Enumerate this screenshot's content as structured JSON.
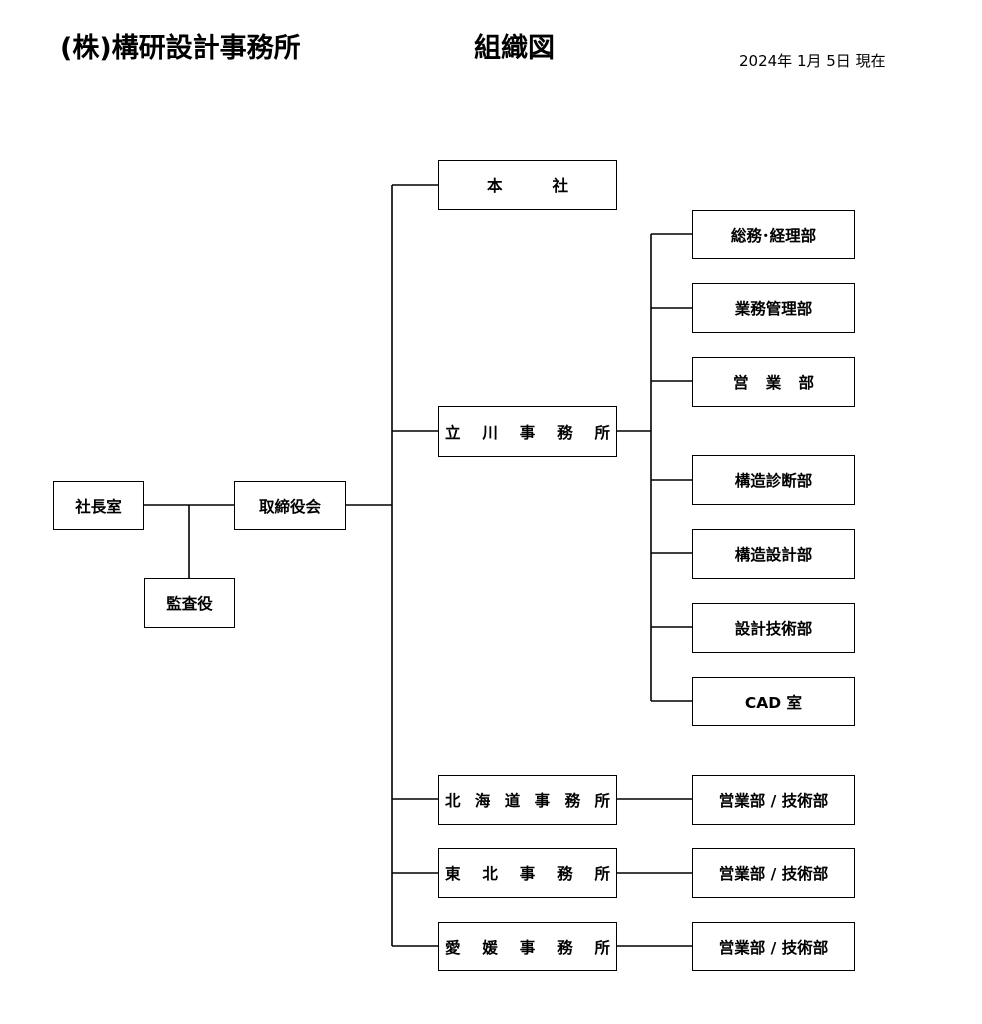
{
  "header": {
    "title": "(株)構研設計事務所",
    "subtitle": "組織図",
    "date": "2024年 1月 5日  現在"
  },
  "nodes": {
    "shachoushitsu": "社長室",
    "kansayaku": "監査役",
    "torishimariyakukai": "取締役会",
    "honsha": "本社",
    "tachikawa": "立川事務所",
    "soumu_keiri": "総務･経理部",
    "gyoumu_kanri": "業務管理部",
    "eigyou": "営業部",
    "kouzou_shindan": "構造診断部",
    "kouzou_sekkei": "構造設計部",
    "sekkei_gijutsu": "設計技術部",
    "cad": "CAD 室",
    "hokkaido": "北海道事務所",
    "tohoku": "東北事務所",
    "ehime": "愛媛事務所",
    "hokkaido_dept": "営業部 / 技術部",
    "tohoku_dept": "営業部 / 技術部",
    "ehime_dept": "営業部 / 技術部"
  }
}
